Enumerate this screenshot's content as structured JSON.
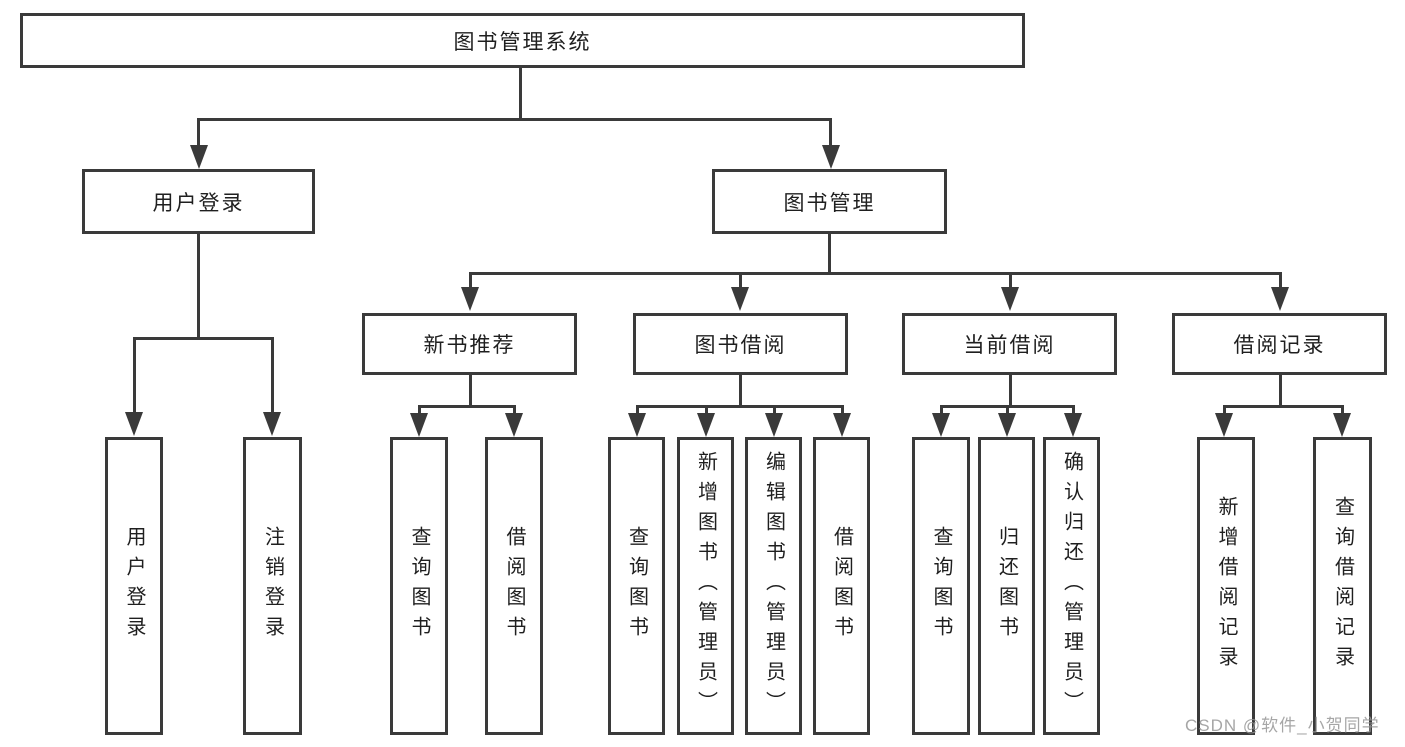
{
  "title": "图书管理系统",
  "tree": {
    "root": {
      "label": "图书管理系统"
    },
    "level2": [
      {
        "label": "用户登录"
      },
      {
        "label": "图书管理"
      }
    ],
    "level3": [
      {
        "label": "新书推荐"
      },
      {
        "label": "图书借阅"
      },
      {
        "label": "当前借阅"
      },
      {
        "label": "借阅记录"
      }
    ],
    "leaves": [
      {
        "label": "用户登录",
        "parent": "用户登录"
      },
      {
        "label": "注销登录",
        "parent": "用户登录"
      },
      {
        "label": "查询图书",
        "parent": "新书推荐"
      },
      {
        "label": "借阅图书",
        "parent": "新书推荐"
      },
      {
        "label": "查询图书",
        "parent": "图书借阅"
      },
      {
        "label": "新增图书（管理员）",
        "parent": "图书借阅"
      },
      {
        "label": "编辑图书（管理员）",
        "parent": "图书借阅"
      },
      {
        "label": "借阅图书",
        "parent": "图书借阅"
      },
      {
        "label": "查询图书",
        "parent": "当前借阅"
      },
      {
        "label": "归还图书",
        "parent": "当前借阅"
      },
      {
        "label": "确认归还（管理员）",
        "parent": "当前借阅"
      },
      {
        "label": "新增借阅记录",
        "parent": "借阅记录"
      },
      {
        "label": "查询借阅记录",
        "parent": "借阅记录"
      }
    ]
  },
  "watermark": {
    "text": "CSDN @软件_小贺同学"
  },
  "colors": {
    "line": "#3a3a3a",
    "box_border": "#3a3a3a",
    "text": "#1f1f1f",
    "background": "#ffffff",
    "watermark": "#969696"
  }
}
